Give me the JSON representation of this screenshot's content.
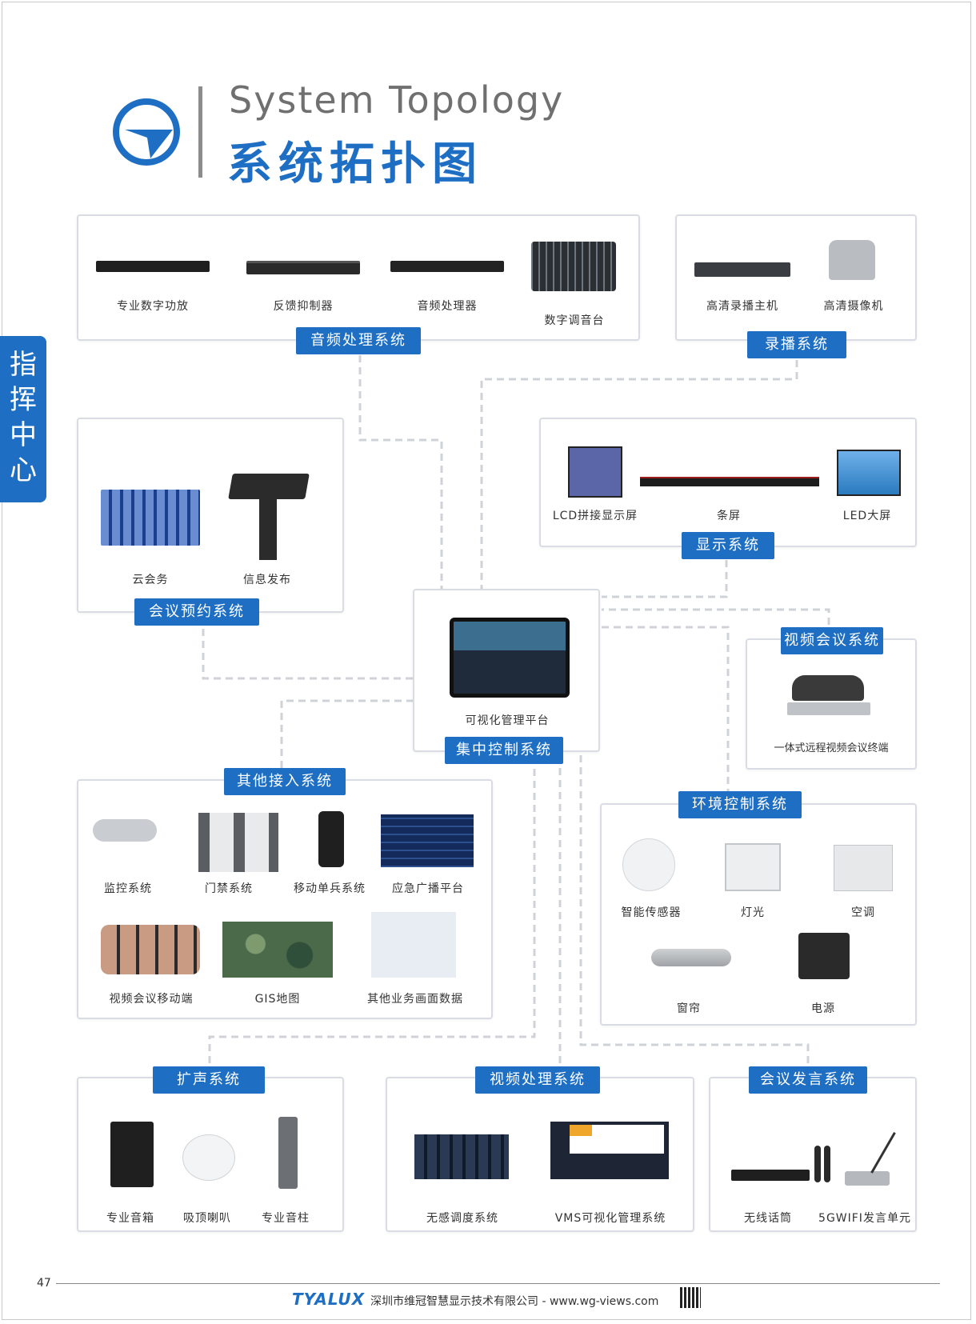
{
  "header": {
    "title_en": "System Topology",
    "title_cn": "系统拓扑图",
    "side_tab": [
      "指",
      "挥",
      "中",
      "心"
    ]
  },
  "systems": {
    "audio": {
      "tag": "音频处理系统",
      "items": [
        "专业数字功放",
        "反馈抑制器",
        "音频处理器",
        "数字调音台"
      ]
    },
    "recording": {
      "tag": "录播系统",
      "items": [
        "高清录播主机",
        "高清摄像机"
      ]
    },
    "meeting_booking": {
      "tag": "会议预约系统",
      "items": [
        "云会务",
        "信息发布"
      ]
    },
    "display": {
      "tag": "显示系统",
      "items": [
        "LCD拼接显示屏",
        "条屏",
        "LED大屏"
      ]
    },
    "central_control": {
      "tag": "集中控制系统",
      "items": [
        "可视化管理平台"
      ]
    },
    "video_conf": {
      "tag": "视频会议系统",
      "items": [
        "一体式远程视频会议终端"
      ]
    },
    "other_access": {
      "tag": "其他接入系统",
      "items": [
        "监控系统",
        "门禁系统",
        "移动单兵系统",
        "应急广播平台",
        "视频会议移动端",
        "GIS地图",
        "其他业务画面数据"
      ]
    },
    "environment": {
      "tag": "环境控制系统",
      "items": [
        "智能传感器",
        "灯光",
        "空调",
        "窗帘",
        "电源"
      ]
    },
    "pa": {
      "tag": "扩声系统",
      "items": [
        "专业音箱",
        "吸顶喇叭",
        "专业音柱"
      ]
    },
    "video_proc": {
      "tag": "视频处理系统",
      "items": [
        "无感调度系统",
        "VMS可视化管理系统"
      ]
    },
    "speech": {
      "tag": "会议发言系统",
      "items": [
        "无线话筒",
        "5GWIFI发言单元"
      ]
    }
  },
  "footer": {
    "page_number": "47",
    "brand": "TYALUX",
    "company": "深圳市维冠智慧显示技术有限公司  -  www.wg-views.com"
  },
  "colors": {
    "accent": "#1e6fc4",
    "border": "#d9dde3",
    "dash": "#cfd3d8"
  }
}
